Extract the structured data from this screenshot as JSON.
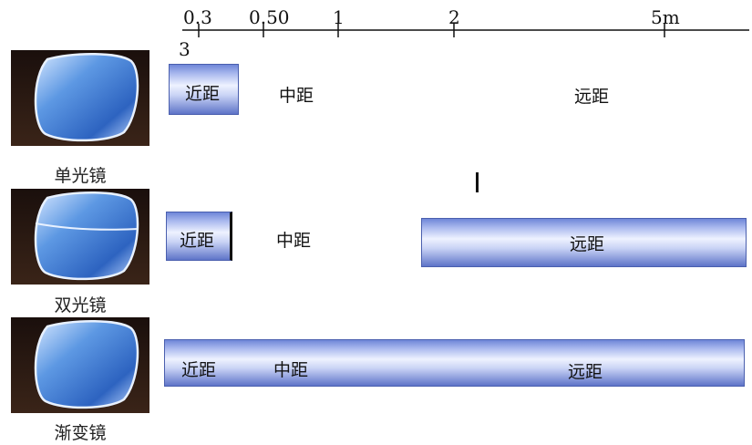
{
  "scale": {
    "unit": "m",
    "ticks": [
      {
        "value": 0.33,
        "label": "0.3",
        "label_line2": "3"
      },
      {
        "value": 0.5,
        "label": "0.50"
      },
      {
        "value": 1,
        "label": "1"
      },
      {
        "value": 2,
        "label": "2"
      },
      {
        "value": 5,
        "label": "5m"
      }
    ]
  },
  "rows": [
    {
      "lens": "单光镜",
      "bars": [
        {
          "zone": "近距",
          "labeled": true
        }
      ],
      "unbarred_labels": [
        "中距",
        "远距"
      ],
      "has_bifocal_line": false
    },
    {
      "lens": "双光镜",
      "bars": [
        {
          "zone": "近距"
        },
        {
          "zone": "远距"
        }
      ],
      "unbarred_labels": [
        "中距"
      ],
      "has_bifocal_line": true
    },
    {
      "lens": "渐变镜",
      "bars": [
        {
          "zone": "近距-中距-远距"
        }
      ],
      "bar_labels": [
        "近距",
        "中距",
        "远距"
      ],
      "has_bifocal_line": false
    }
  ],
  "colors": {
    "bar_edge": "#4a5fae",
    "bar_mid": "#eef2ff",
    "lens_blue": "#3f7fd6",
    "photo_bg": "#2a1810"
  }
}
